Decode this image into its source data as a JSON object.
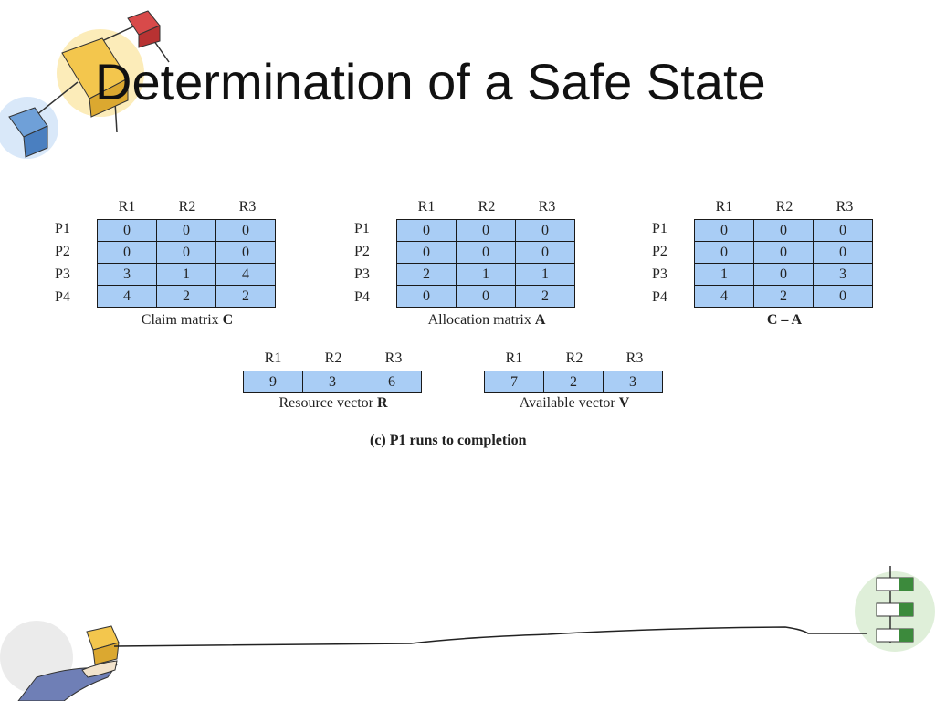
{
  "slide": {
    "title": "Determination of a Safe State"
  },
  "claim_matrix": {
    "columns": [
      "R1",
      "R2",
      "R3"
    ],
    "rows": [
      {
        "label": "P1",
        "values": [
          "0",
          "0",
          "0"
        ]
      },
      {
        "label": "P2",
        "values": [
          "0",
          "0",
          "0"
        ]
      },
      {
        "label": "P3",
        "values": [
          "3",
          "1",
          "4"
        ]
      },
      {
        "label": "P4",
        "values": [
          "4",
          "2",
          "2"
        ]
      }
    ],
    "caption_text": "Claim matrix ",
    "caption_var": "C"
  },
  "allocation_matrix": {
    "columns": [
      "R1",
      "R2",
      "R3"
    ],
    "rows": [
      {
        "label": "P1",
        "values": [
          "0",
          "0",
          "0"
        ]
      },
      {
        "label": "P2",
        "values": [
          "0",
          "0",
          "0"
        ]
      },
      {
        "label": "P3",
        "values": [
          "2",
          "1",
          "1"
        ]
      },
      {
        "label": "P4",
        "values": [
          "0",
          "0",
          "2"
        ]
      }
    ],
    "caption_text": "Allocation matrix ",
    "caption_var": "A"
  },
  "need_matrix": {
    "columns": [
      "R1",
      "R2",
      "R3"
    ],
    "rows": [
      {
        "label": "P1",
        "values": [
          "0",
          "0",
          "0"
        ]
      },
      {
        "label": "P2",
        "values": [
          "0",
          "0",
          "0"
        ]
      },
      {
        "label": "P3",
        "values": [
          "1",
          "0",
          "3"
        ]
      },
      {
        "label": "P4",
        "values": [
          "4",
          "2",
          "0"
        ]
      }
    ],
    "caption_text": "",
    "caption_var": "C – A"
  },
  "resource_vector": {
    "columns": [
      "R1",
      "R2",
      "R3"
    ],
    "values": [
      "9",
      "3",
      "6"
    ],
    "caption_text": "Resource vector ",
    "caption_var": "R"
  },
  "available_vector": {
    "columns": [
      "R1",
      "R2",
      "R3"
    ],
    "values": [
      "7",
      "2",
      "3"
    ],
    "caption_text": "Available vector ",
    "caption_var": "V"
  },
  "figure_caption": "(c) P1 runs to completion",
  "colors": {
    "cell_fill": "#a9cdf5",
    "border": "#1a1a1a"
  }
}
